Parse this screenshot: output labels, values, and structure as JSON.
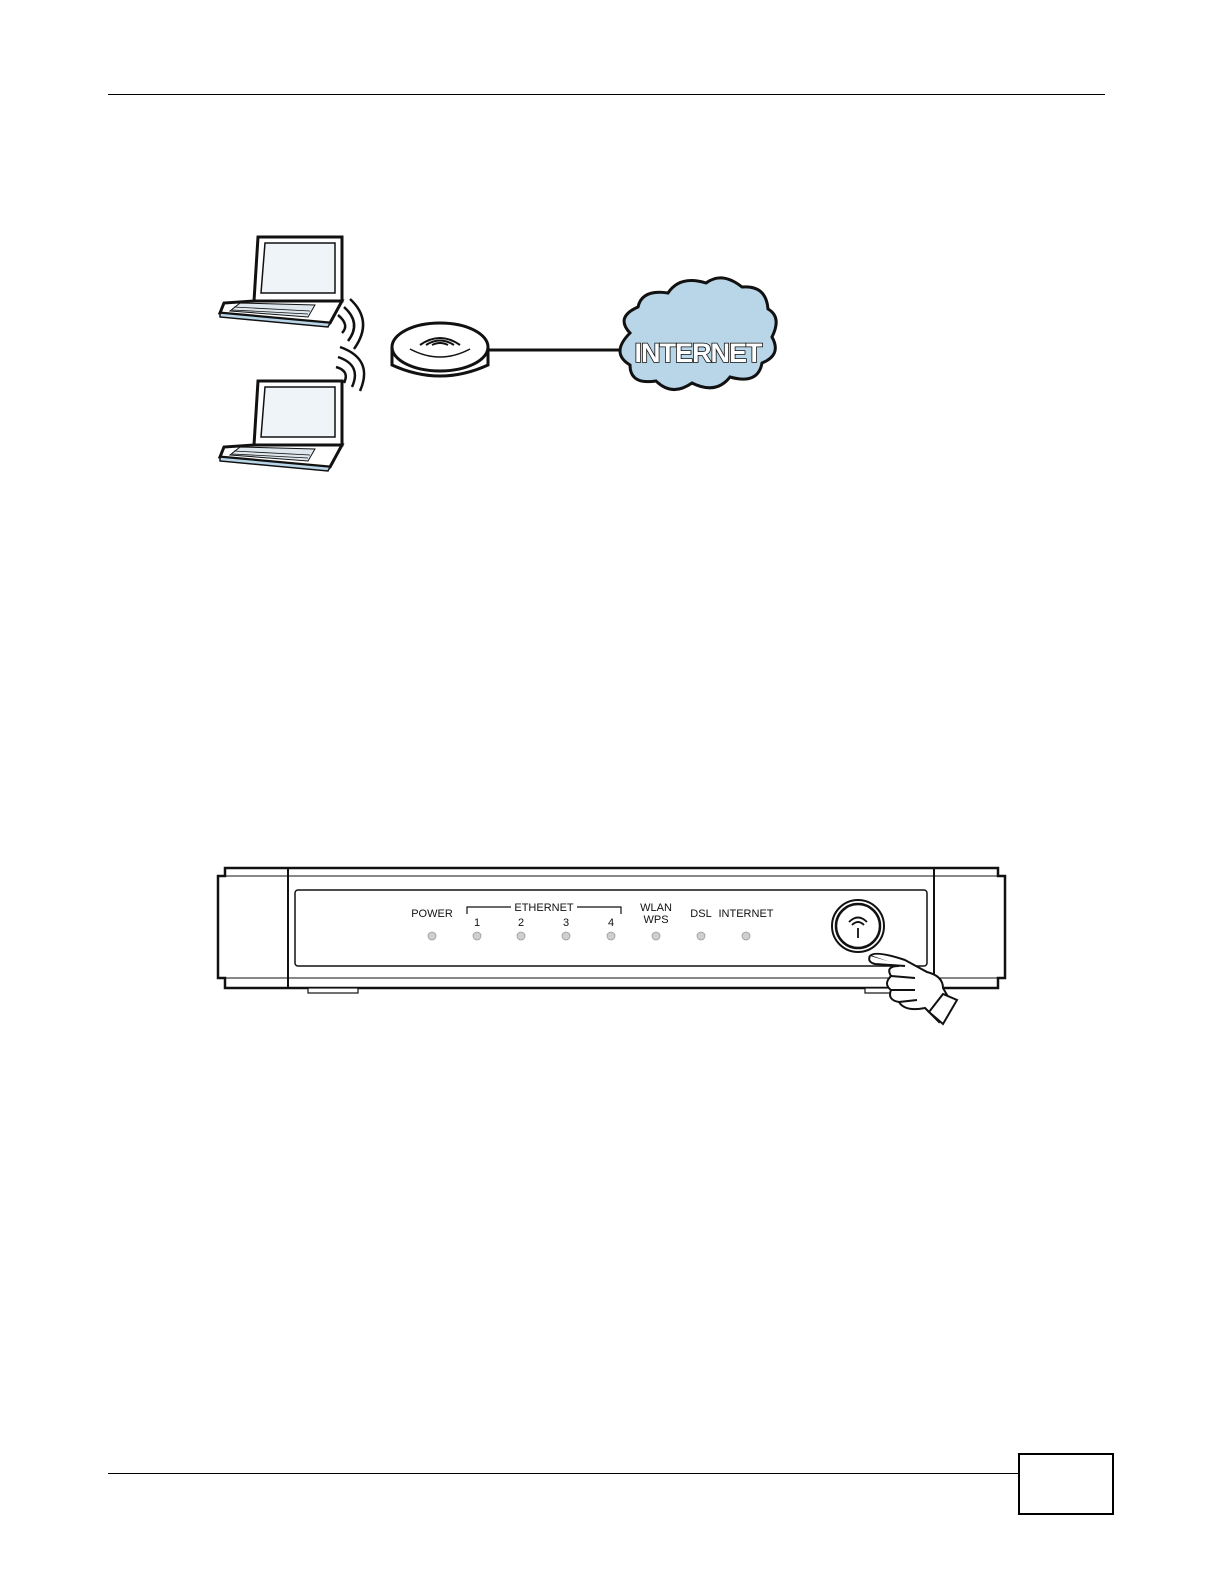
{
  "network_diagram": {
    "cloud_label": "INTERNET"
  },
  "device_panel": {
    "labels": {
      "power": "POWER",
      "ethernet": "ETHERNET",
      "port_1": "1",
      "port_2": "2",
      "port_3": "3",
      "port_4": "4",
      "wlan": "WLAN",
      "wps": "WPS",
      "dsl": "DSL",
      "internet": "INTERNET"
    },
    "led_color": "#cfcfcf"
  },
  "footer": {
    "page_number": ""
  },
  "colors": {
    "cloud_fill": "#b9d6e8",
    "laptop_screen": "#eef4f8",
    "line": "#111111"
  }
}
